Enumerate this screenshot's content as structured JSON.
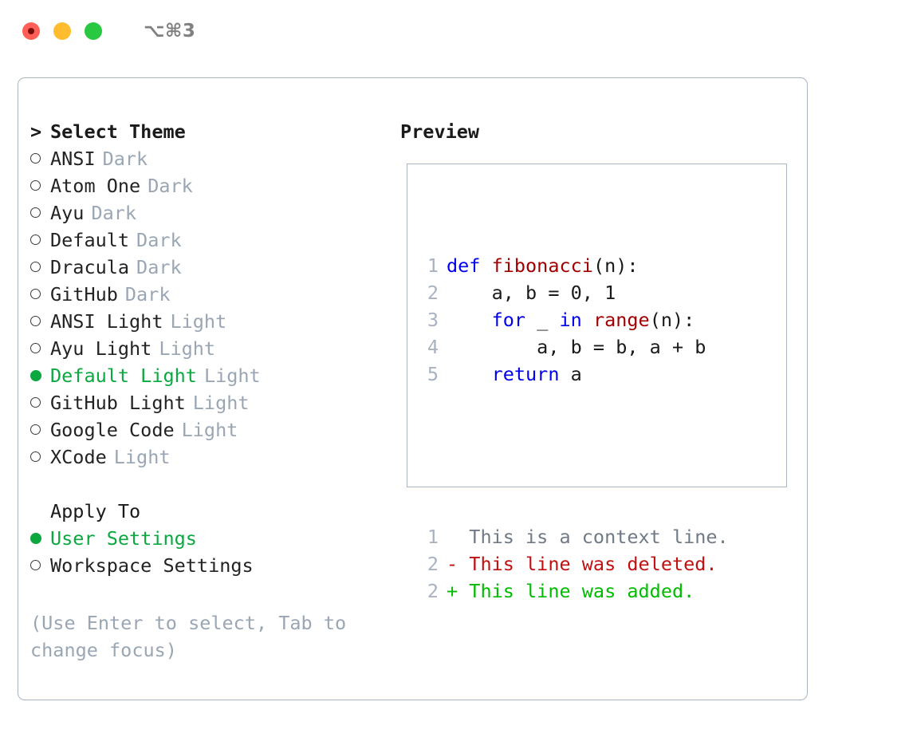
{
  "window": {
    "shortcut": "⌥⌘3",
    "traffic_lights": [
      {
        "name": "close-button",
        "color": "#ff5f57"
      },
      {
        "name": "minimize-button",
        "color": "#febc2e"
      },
      {
        "name": "maximize-button",
        "color": "#28c840"
      }
    ]
  },
  "theme_section": {
    "header_caret": ">",
    "header_label": "Select Theme",
    "items": [
      {
        "bullet": "○",
        "selected": false,
        "name": "ANSI",
        "category": "Dark"
      },
      {
        "bullet": "○",
        "selected": false,
        "name": "Atom One",
        "category": "Dark"
      },
      {
        "bullet": "○",
        "selected": false,
        "name": "Ayu",
        "category": "Dark"
      },
      {
        "bullet": "○",
        "selected": false,
        "name": "Default",
        "category": "Dark"
      },
      {
        "bullet": "○",
        "selected": false,
        "name": "Dracula",
        "category": "Dark"
      },
      {
        "bullet": "○",
        "selected": false,
        "name": "GitHub",
        "category": "Dark"
      },
      {
        "bullet": "○",
        "selected": false,
        "name": "ANSI Light",
        "category": "Light"
      },
      {
        "bullet": "○",
        "selected": false,
        "name": "Ayu Light",
        "category": "Light"
      },
      {
        "bullet": "●",
        "selected": true,
        "name": "Default Light",
        "category": "Light"
      },
      {
        "bullet": "○",
        "selected": false,
        "name": "GitHub Light",
        "category": "Light"
      },
      {
        "bullet": "○",
        "selected": false,
        "name": "Google Code",
        "category": "Light"
      },
      {
        "bullet": "○",
        "selected": false,
        "name": "XCode",
        "category": "Light"
      }
    ]
  },
  "apply_section": {
    "header_label": "Apply To",
    "items": [
      {
        "bullet": "●",
        "selected": true,
        "label": "User Settings"
      },
      {
        "bullet": "○",
        "selected": false,
        "label": "Workspace Settings"
      }
    ]
  },
  "hint": "(Use Enter to select, Tab to change focus)",
  "preview": {
    "title": "Preview",
    "code_lines": [
      {
        "lineno": "1",
        "tokens": [
          {
            "text": "def ",
            "style": "kw"
          },
          {
            "text": "fibonacci",
            "style": "fn"
          },
          {
            "text": "(n):",
            "style": "plain"
          }
        ]
      },
      {
        "lineno": "2",
        "tokens": [
          {
            "text": "    a, b = 0, 1",
            "style": "plain"
          }
        ]
      },
      {
        "lineno": "3",
        "tokens": [
          {
            "text": "    ",
            "style": "plain"
          },
          {
            "text": "for",
            "style": "kw"
          },
          {
            "text": " _ ",
            "style": "plain"
          },
          {
            "text": "in",
            "style": "kw"
          },
          {
            "text": " ",
            "style": "plain"
          },
          {
            "text": "range",
            "style": "fn"
          },
          {
            "text": "(n):",
            "style": "plain"
          }
        ]
      },
      {
        "lineno": "4",
        "tokens": [
          {
            "text": "        a, b = b, a + b",
            "style": "plain"
          }
        ]
      },
      {
        "lineno": "5",
        "tokens": [
          {
            "text": "    ",
            "style": "plain"
          },
          {
            "text": "return",
            "style": "kw"
          },
          {
            "text": " a",
            "style": "plain"
          }
        ]
      }
    ],
    "diff_lines": [
      {
        "lineno": "1",
        "marker": " ",
        "text": "  This is a context line.",
        "kind": "ctx"
      },
      {
        "lineno": "2",
        "marker": "-",
        "text": "- This line was deleted.",
        "kind": "del"
      },
      {
        "lineno": "2",
        "marker": "+",
        "text": "+ This line was added.",
        "kind": "add"
      }
    ]
  },
  "colors": {
    "selected_green": "#0aa83f",
    "muted_gray": "#9aa6b4",
    "border": "#aab4c2",
    "keyword_blue": "#0000ee",
    "function_red": "#a00000",
    "diff_delete": "#c01010",
    "diff_add": "#00bb00",
    "lineno": "#a8b2c0"
  }
}
